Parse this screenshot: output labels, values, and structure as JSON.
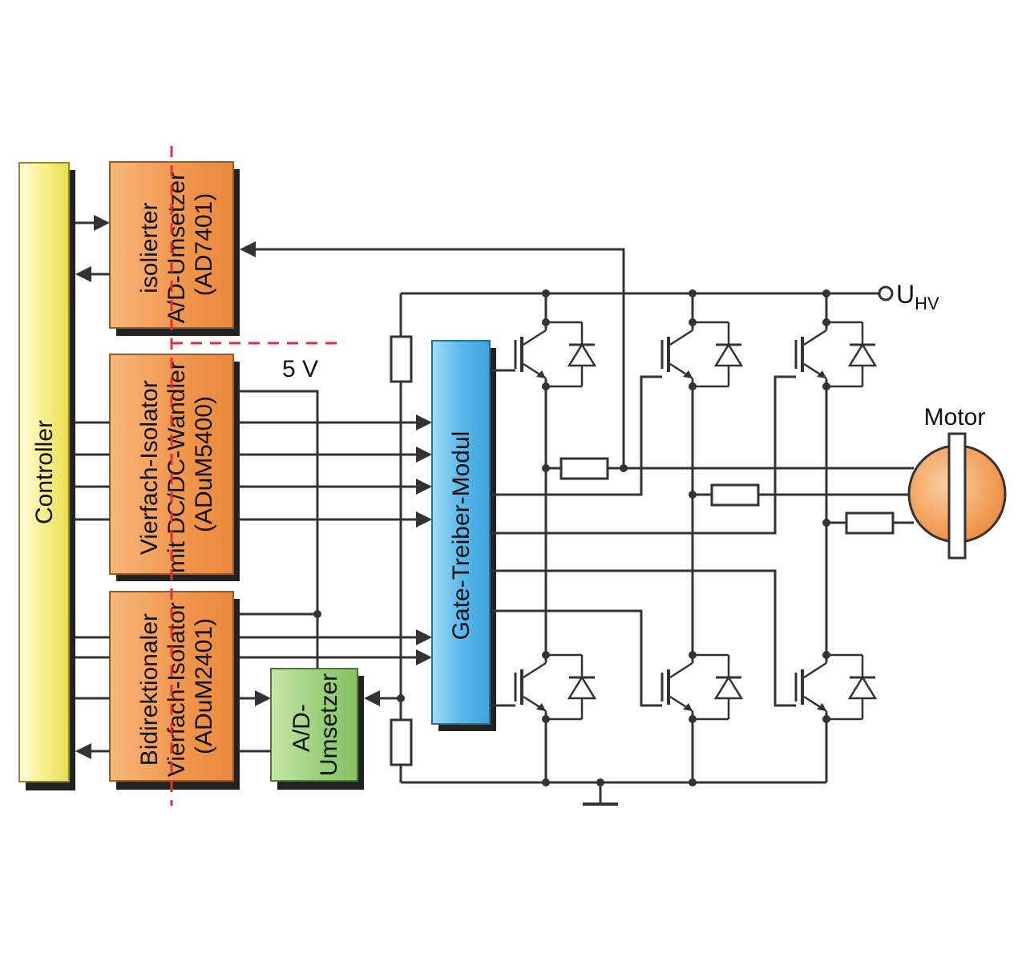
{
  "diagram": {
    "blocks": {
      "controller": {
        "label": "Controller",
        "color": "#f8f39a"
      },
      "adc_isolated": {
        "lines": [
          "isolierter",
          "A/D-Umsetzer",
          "(AD7401)"
        ],
        "color": "#f29a52"
      },
      "quad_isolator": {
        "lines": [
          "Vierfach-Isolator",
          "mit DC/DC-Wandler",
          "(ADuM5400)"
        ],
        "color": "#f29a52"
      },
      "bidir_isolator": {
        "lines": [
          "Bidirektionaler",
          "Vierfach-Isolator",
          "(ADuM2401)"
        ],
        "color": "#f29a52"
      },
      "adc": {
        "lines": [
          "A/D-",
          "Umsetzer"
        ],
        "color": "#9fd27f"
      },
      "gate_driver": {
        "label": "Gate-Treiber-Modul",
        "color": "#5ab8ea"
      }
    },
    "labels": {
      "supply_5v": "5 V",
      "uhv_main": "U",
      "uhv_sub": "HV",
      "motor": "Motor"
    },
    "colors": {
      "motor": "#f29a52",
      "isolation_barrier": "#e0303a",
      "wire": "#333333"
    }
  }
}
